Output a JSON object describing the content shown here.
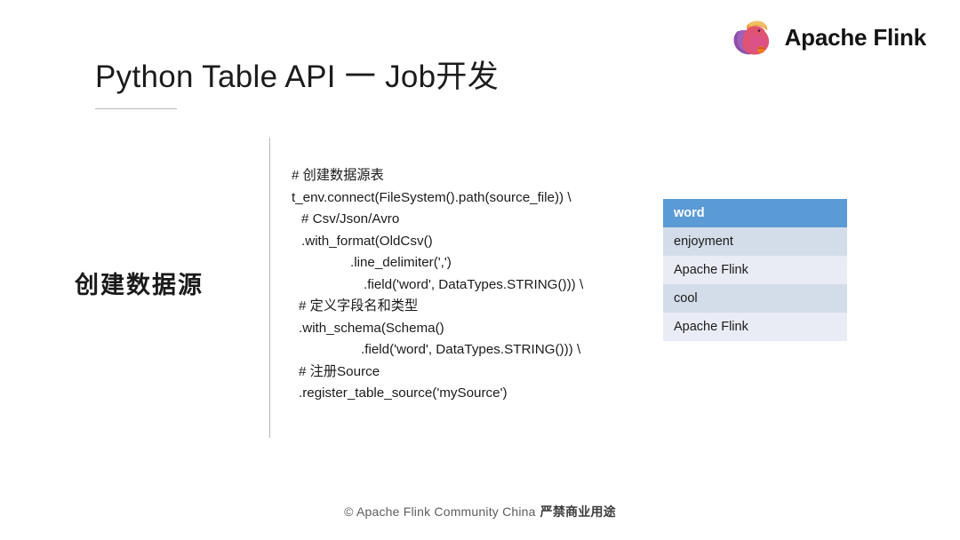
{
  "brand": {
    "logo_icon": "flink-squirrel-logo",
    "name": "Apache Flink",
    "colors": {
      "body_pink": "#e05a74",
      "body_magenta": "#d94f9a",
      "tail_purple": "#8e4fa8",
      "tuft_orange": "#e8a33d",
      "accent_orange": "#f07a1f"
    }
  },
  "slide": {
    "title": "Python Table API 一 Job开发",
    "section_label": "创建数据源"
  },
  "code": {
    "language": "python",
    "lines": [
      {
        "indent": 0,
        "text": "# 创建数据源表"
      },
      {
        "indent": 0,
        "text": "t_env.connect(FileSystem().path(source_file)) \\"
      },
      {
        "indent": 11,
        "text": "# Csv/Json/Avro"
      },
      {
        "indent": 11,
        "text": ".with_format(OldCsv()"
      },
      {
        "indent": 66,
        "text": ".line_delimiter(',')"
      },
      {
        "indent": 81,
        "text": ".field('word', DataTypes.STRING())) \\"
      },
      {
        "indent": 8,
        "text": "# 定义字段名和类型"
      },
      {
        "indent": 8,
        "text": ".with_schema(Schema()"
      },
      {
        "indent": 78,
        "text": ".field('word', DataTypes.STRING())) \\"
      },
      {
        "indent": 8,
        "text": "# 注册Source"
      },
      {
        "indent": 8,
        "text": ".register_table_source('mySource')"
      }
    ]
  },
  "result_table": {
    "header": "word",
    "header_color": "#5b9bd5",
    "row_odd_color": "#d3dde9",
    "row_even_color": "#e9ecf4",
    "rows": [
      "enjoyment",
      "Apache Flink",
      "cool",
      "Apache Flink"
    ]
  },
  "footer": {
    "copyright": "© Apache Flink Community China",
    "notice": "严禁商业用途"
  }
}
